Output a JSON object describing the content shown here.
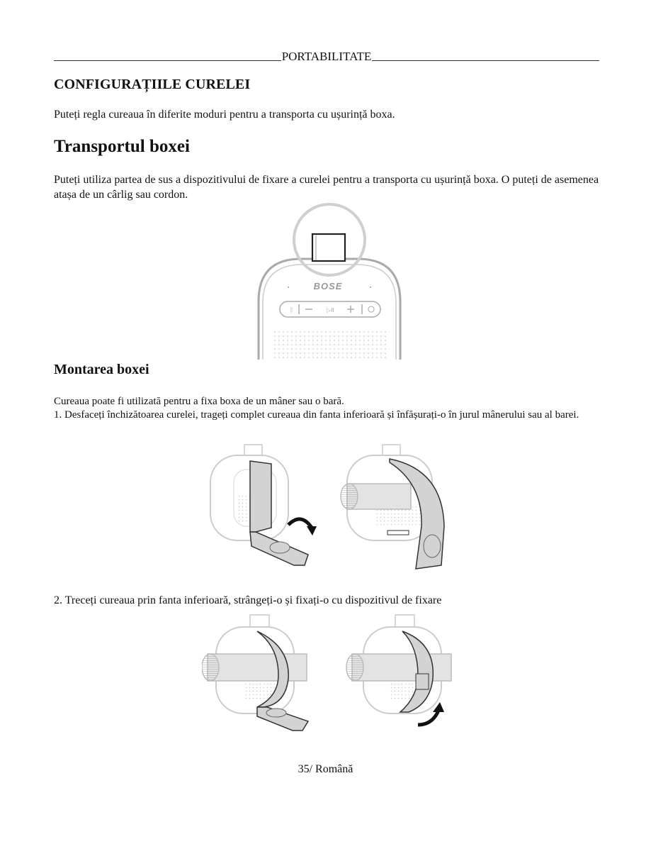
{
  "running_header": "PORTABILITATE",
  "section_title": "CONFIGURAȚIILE CURELEI",
  "intro": "Puteți regla cureaua în diferite moduri pentru a transporta cu ușurință boxa.",
  "carry": {
    "title": "Transportul boxei",
    "body": "Puteți utiliza partea de sus a dispozitivului de fixare a curelei pentru a transporta cu ușurință boxa. O puteți de asemenea atașa de un cârlig sau cordon.",
    "figure": {
      "brand": "BOSE",
      "buttons": [
        "bluetooth-icon",
        "volume-down-icon",
        "play-pause-icon",
        "volume-up-icon",
        "power-icon"
      ]
    }
  },
  "mount": {
    "title": "Montarea boxei",
    "body_lines": [
      "Cureaua poate fi utilizată pentru a fixa boxa de un mâner sau o bară.",
      "1. Desfaceți închizătoarea curelei, trageți complet cureaua din fanta inferioară și înfășurați-o în jurul mânerului sau al barei."
    ],
    "step2": "2. Treceți cureaua prin fanta inferioară, strângeți-o și fixați-o cu dispozitivul de fixare"
  },
  "footer": "35/ Română"
}
